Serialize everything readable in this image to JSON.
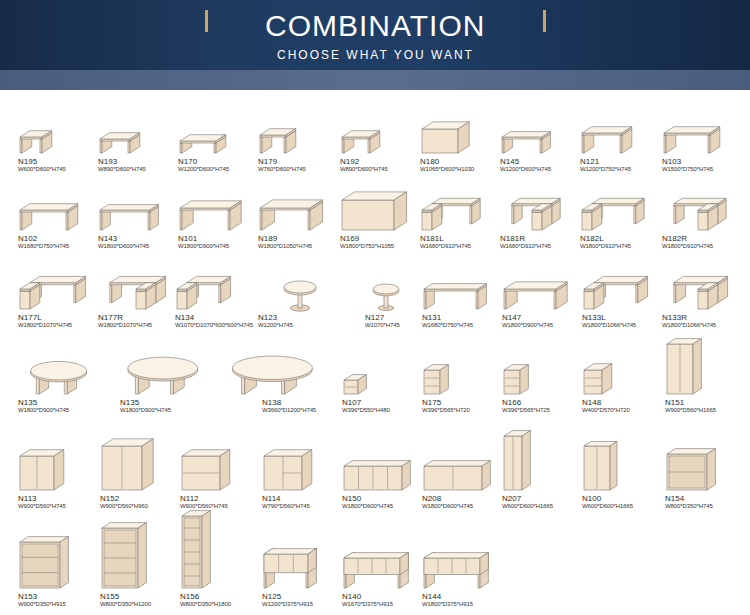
{
  "diagram": {
    "title": "COMBINATION",
    "labels": [
      "CHOOSE WHAT YOU WANT",
      "N195",
      "W600*D600*H745",
      "N193",
      "W890*D600*H745",
      "N170",
      "W1200*D600*H745",
      "N179",
      "W760*D600*H745",
      "N192",
      "W890*D600*H745",
      "N180",
      "W1065*D600*H1030",
      "N145",
      "W1200*D600*H745",
      "N121",
      "W1200*D750*H745",
      "N103",
      "W1500*D750*H745",
      "N102",
      "W1680*D750*H745",
      "N143",
      "W1800*D600*H745",
      "N101",
      "W1800*D900*H745",
      "N189",
      "W1800*D1050*H745",
      "N169",
      "W1800*D750*H1055",
      "N181L",
      "W1680*D910*H745",
      "N181R",
      "W1680*D910*H745",
      "N182L",
      "W1800*D910*H745",
      "N182R",
      "W1800*D910*H745",
      "N177L",
      "W1800*D1070*H745",
      "N177R",
      "W1800*D1070*H745",
      "N134",
      "W1070*D1070*600*600*H745",
      "N123",
      "W1200*H745",
      "N127",
      "W1070*H745",
      "N131",
      "W1680*D750*H745",
      "N147",
      "W1800*D900*H745",
      "N133L",
      "W1800*D1066*H745",
      "N133R",
      "W1800*D1066*H745",
      "N135",
      "W1800*D900*H745",
      "N135",
      "W1800*D900*H745",
      "N138",
      "W3660*D1200*H745",
      "N107",
      "W396*D550*H480",
      "N175",
      "W396*D565*H720",
      "N166",
      "W396*D565*H725",
      "N148",
      "W400*D570*H720",
      "N151",
      "W900*D560*H1665",
      "N113",
      "W900*D560*H745",
      "N152",
      "W900*D560*H960",
      "N112",
      "W900*D560*H745",
      "N114",
      "W790*D560*H745",
      "N150",
      "W1800*D600*H745",
      "N208",
      "W1800*D600*H745",
      "N207",
      "W600*D600*H1665",
      "N100",
      "W600*D600*H1665",
      "N154",
      "W800*D350*H745",
      "N153",
      "W900*D350*H915",
      "N155",
      "W800*D350*H1200",
      "N156",
      "W800*D350*H1800",
      "N125",
      "W1200*D375*H915",
      "N140",
      "W1670*D375*H915",
      "N144",
      "W1800*D375*H915"
    ]
  }
}
